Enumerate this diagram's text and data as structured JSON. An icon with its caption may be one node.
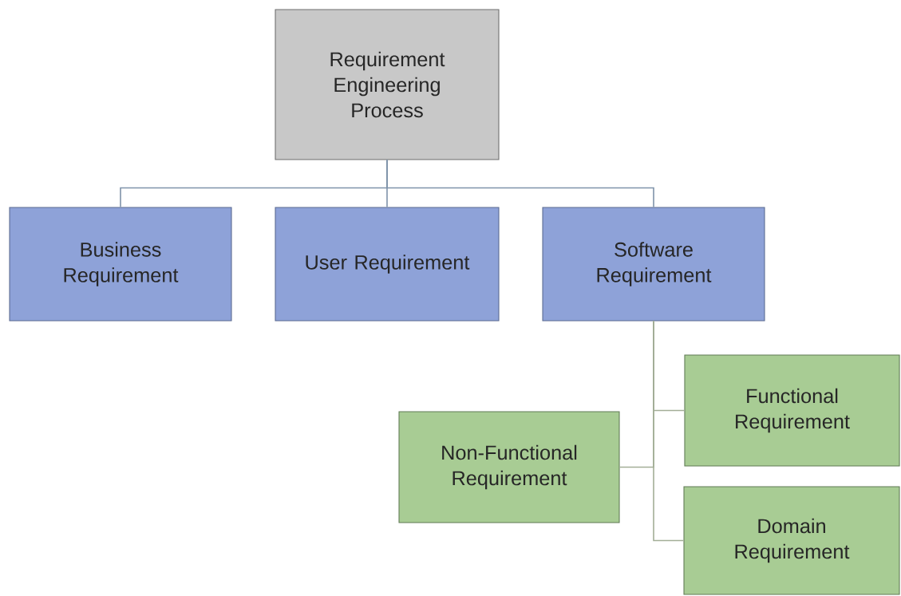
{
  "diagram": {
    "nodes": [
      {
        "text": [
          "Requirement Engineering Process"
        ]
      },
      {
        "text": [
          "Business Requirement"
        ]
      },
      {
        "text": [
          "User Requirement"
        ]
      },
      {
        "text": [
          "Software Requirement"
        ]
      },
      {
        "text": [
          "Functional Requirement"
        ]
      },
      {
        "text": [
          "Non-Functional Requirement"
        ]
      },
      {
        "text": [
          "Domain Requirement"
        ]
      }
    ],
    "edges": [
      {
        "from": 0,
        "to": 1,
        "arrow": "none",
        "color": "#7f93aa"
      },
      {
        "from": 0,
        "to": 2,
        "arrow": "none",
        "color": "#7f93aa"
      },
      {
        "from": 0,
        "to": 3,
        "arrow": "none",
        "color": "#7f93aa"
      },
      {
        "from": 3,
        "to": 4,
        "arrow": "none",
        "color": "#a3ae97"
      },
      {
        "from": 3,
        "to": 5,
        "arrow": "none",
        "color": "#a3ae97"
      },
      {
        "from": 3,
        "to": 6,
        "arrow": "none",
        "color": "#a3ae97"
      }
    ]
  }
}
